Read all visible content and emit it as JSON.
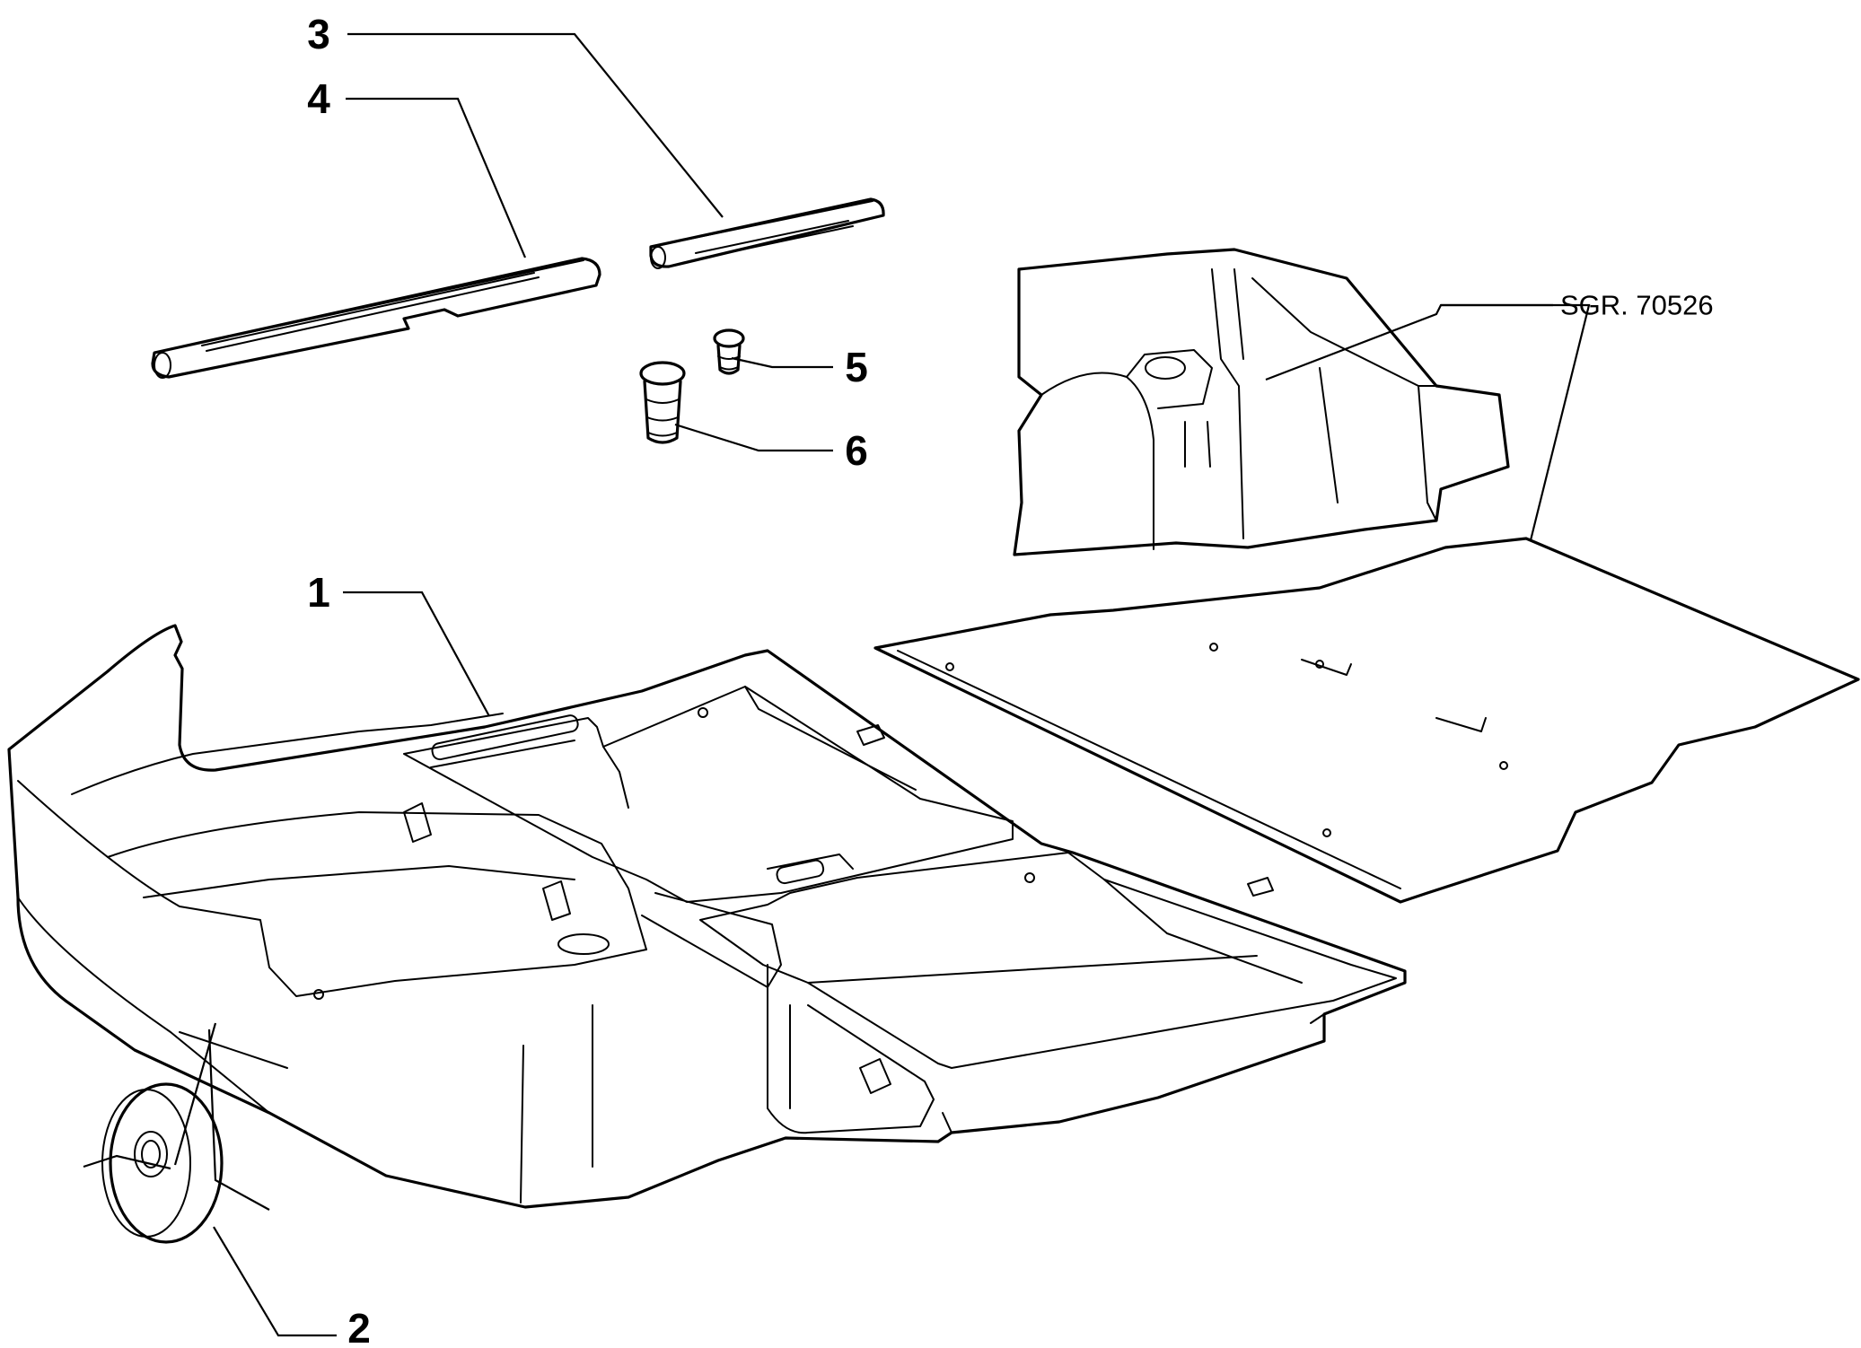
{
  "callouts": [
    {
      "label": "1",
      "part": "luggage compartment floor tray"
    },
    {
      "label": "2",
      "part": "round cover plug"
    },
    {
      "label": "3",
      "part": "short trim strip"
    },
    {
      "label": "4",
      "part": "long trim strip"
    },
    {
      "label": "5",
      "part": "small fastener clip"
    },
    {
      "label": "6",
      "part": "large fastener clip"
    }
  ],
  "reference": "SGR. 70526"
}
